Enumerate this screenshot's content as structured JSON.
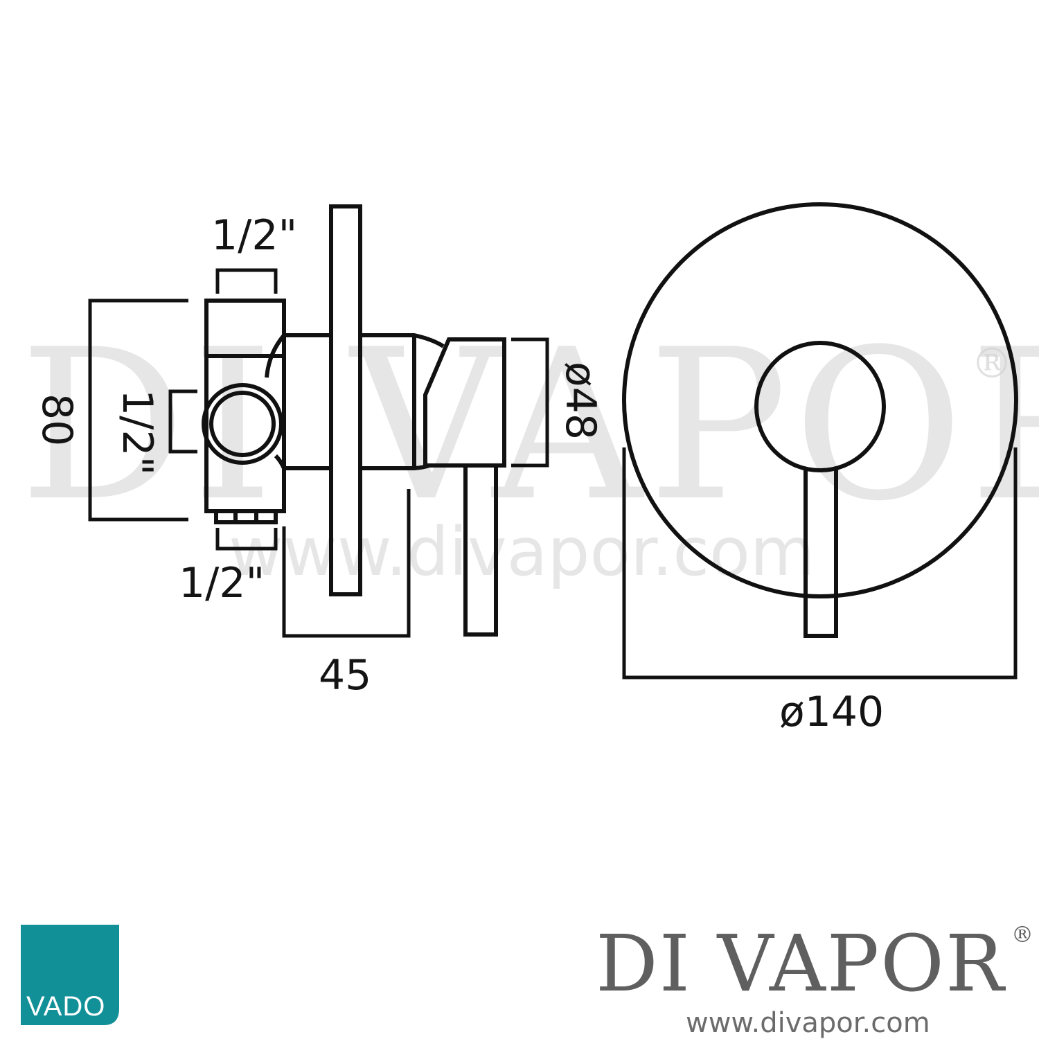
{
  "watermark": {
    "name": "DI VAPOR",
    "registered": "®",
    "url": "www.divapor.com"
  },
  "side_view": {
    "dim_top_inlet": "1/2\"",
    "dim_side_inlet": "1/2\"",
    "dim_bottom_outlet": "1/2\"",
    "dim_height": "80",
    "dim_depth": "45",
    "dim_handle_diameter": "ø48"
  },
  "front_view": {
    "dim_plate_diameter": "ø140"
  },
  "footer": {
    "vado_logo_text": "VADO",
    "vado_color": "#119098",
    "brand_name": "DI VAPOR",
    "brand_registered": "®",
    "brand_url": "www.divapor.com"
  }
}
